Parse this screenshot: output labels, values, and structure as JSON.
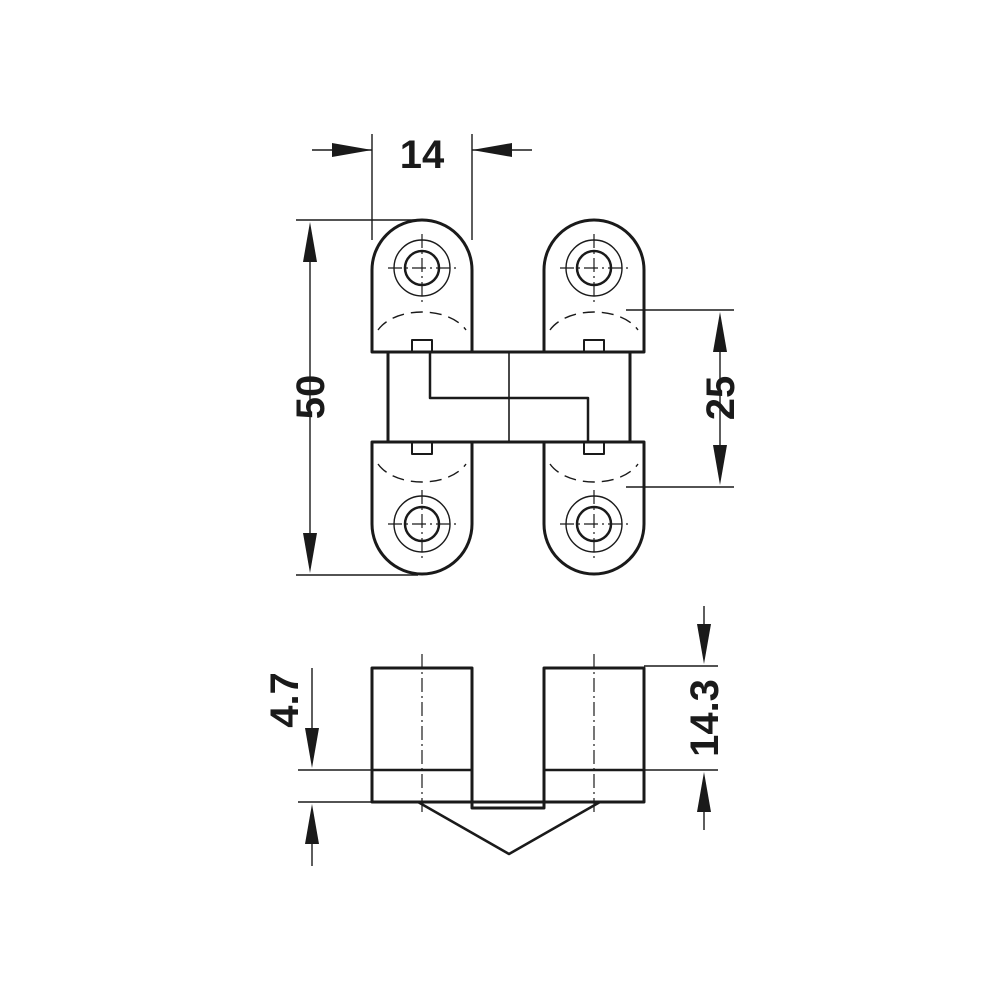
{
  "drawing": {
    "subject": "concealed hinge technical drawing",
    "line_color": "#1a1a1a",
    "background": "#ffffff"
  },
  "dimensions": {
    "pivot_width": "14",
    "overall_height": "50",
    "hole_spacing": "25",
    "front_recess_depth": "4.7",
    "total_depth": "14.3"
  }
}
